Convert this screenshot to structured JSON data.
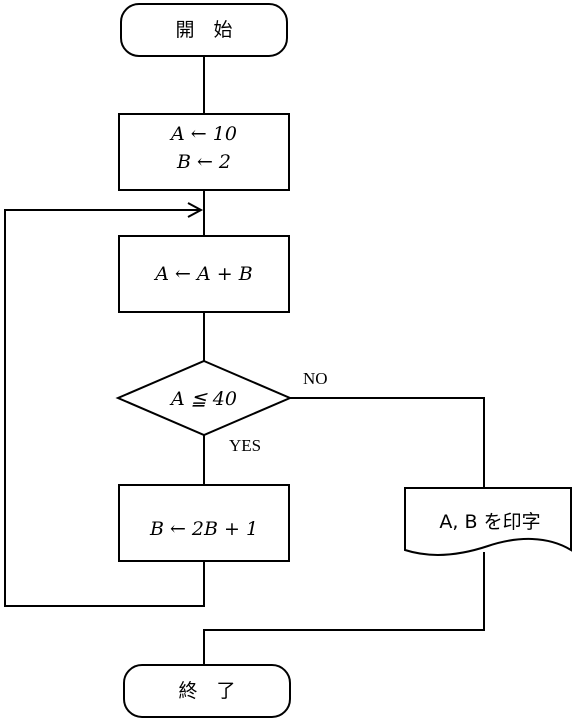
{
  "flowchart": {
    "start": "開　始",
    "init": {
      "line1": "A ← 10",
      "line2": "B ← 2"
    },
    "update_a": "A ← A + B",
    "decision": "A ≦ 40",
    "yes_label": "YES",
    "no_label": "NO",
    "update_b": "B ← 2B + 1",
    "output": "A, B を印字",
    "end": "終　了"
  }
}
